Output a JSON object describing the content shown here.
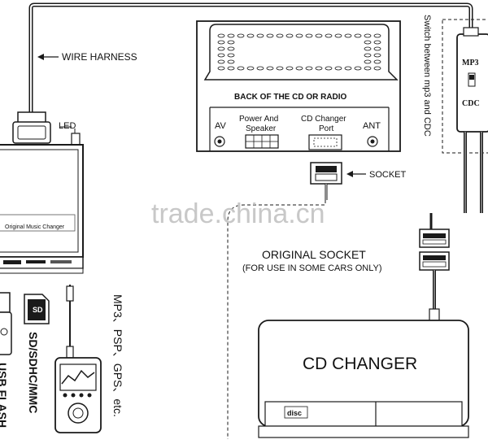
{
  "labels": {
    "wire_harness": "WIRE HARNESS",
    "led": "LED",
    "back_of_radio": "BACK OF THE CD OR RADIO",
    "av": "AV",
    "power_speaker_1": "Power And",
    "power_speaker_2": "Speaker",
    "cd_changer_port_1": "CD Changer",
    "cd_changer_port_2": "Port",
    "ant": "ANT",
    "socket": "SOCKET",
    "original_socket": "ORIGINAL SOCKET",
    "original_socket_note": "(FOR USE IN SOME CARS ONLY)",
    "cd_changer": "CD CHANGER",
    "switch_note": "Switch between mp3 and CDC",
    "mp3": "MP3",
    "cdc": "CDC",
    "sd_cards": "SD/SDHC/MMC",
    "usb": "USB FLASH",
    "devices": "MP3、PSP、GPS、etc.",
    "unit_label": "Original Music Changer",
    "sd_card_text": "SD",
    "disc_logo": "disc",
    "watermark": "trade.china.cn"
  },
  "colors": {
    "line": "#1a1a1a",
    "device_fill": "#ffffff",
    "watermark": "#c8c8c8",
    "grey": "#9a9a9a"
  }
}
